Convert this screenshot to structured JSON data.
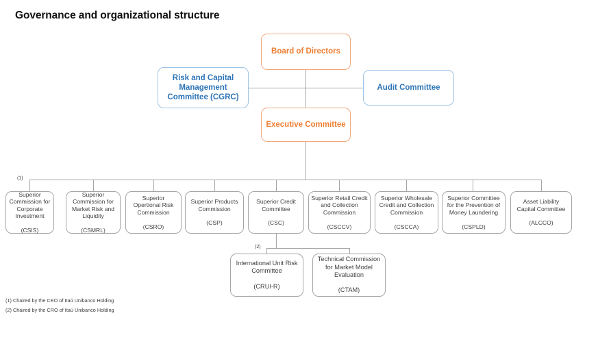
{
  "title": "Governance and organizational structure",
  "colors": {
    "orange_text": "#ed7d31",
    "orange_border": "#f2aa7f",
    "blue_text": "#2e75b6",
    "blue_border": "#9dc3e6",
    "grey_border": "#a6a6a6",
    "grey_text": "#404040",
    "title_text": "#111111",
    "background": "#ffffff"
  },
  "top": {
    "board": "Board of Directors",
    "risk_committee": "Risk and Capital\nManagement\nCommittee (CGRC)",
    "audit_committee": "Audit Committee",
    "executive_committee": "Executive Committee"
  },
  "markers": {
    "one": "(1)",
    "two": "(2)"
  },
  "commissions": [
    {
      "name": "Superior\nCommission for\nCorporate\nInvestment\n\n(CSIS)"
    },
    {
      "name": "Superior\nCommission for\nMarket Risk and\nLiquidity\n\n(CSMRL)"
    },
    {
      "name": "Superior\nOpertional Risk\nCommission\n\n(CSRO)"
    },
    {
      "name": "Superior Products\nCommission\n\n(CSP)"
    },
    {
      "name": "Superior Credit\nCommittee\n\n(CSC)"
    },
    {
      "name": "Superior Retail Credit\nand Collection\nCommission\n\n(CSCCV)"
    },
    {
      "name": "Superior Wholesale\nCredit and Collection\nCommission\n\n(CSCCA)"
    },
    {
      "name": "Superior Committee\nfor the Prevention of\nMoney Laundering\n\n(CSPLD)"
    },
    {
      "name": "Asset Liability\nCapital Committee\n\n(ALCCO)"
    }
  ],
  "subcommissions": [
    {
      "name": "International Unit Risk\nCommittee\n\n(CRUI-R)"
    },
    {
      "name": "Technical Commission\nfor Market Model\nEvaluation\n\n(CTAM)"
    }
  ],
  "footnotes": [
    "(1) Chaired by the CEO of Itaú Unibanco Holding",
    "(2) Chaired by the CRO of Itaú Unibanco Holding"
  ]
}
